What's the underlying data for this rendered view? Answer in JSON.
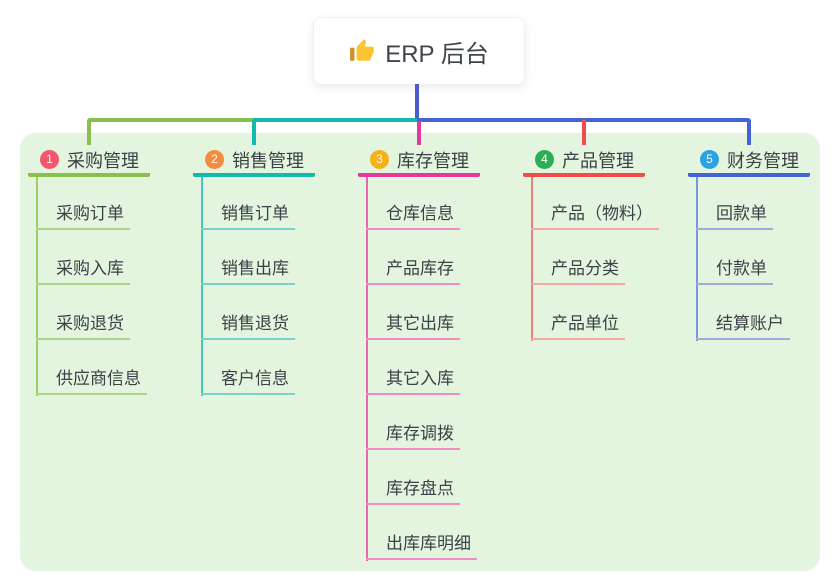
{
  "root": {
    "label": "ERP 后台",
    "icon": "thumbs-up-icon"
  },
  "colors": {
    "canvas_bg": "#e3f4df",
    "card_bg": "#ffffff",
    "stem": "#4c5bd0",
    "text": "#3c4146"
  },
  "branches": [
    {
      "num": "1",
      "label": "采购管理",
      "badge_color": "#f5566e",
      "line_color": "#89c04b",
      "connector_color": "#9ccf68",
      "child_line_color": "#aed584",
      "children": [
        "采购订单",
        "采购入库",
        "采购退货",
        "供应商信息"
      ]
    },
    {
      "num": "2",
      "label": "销售管理",
      "badge_color": "#f68b3e",
      "line_color": "#13b9ab",
      "connector_color": "#43c6ba",
      "child_line_color": "#79d2c8",
      "children": [
        "销售订单",
        "销售出库",
        "销售退货",
        "客户信息"
      ]
    },
    {
      "num": "3",
      "label": "库存管理",
      "badge_color": "#f8b017",
      "line_color": "#e13a9b",
      "connector_color": "#ea67af",
      "child_line_color": "#f18cc4",
      "children": [
        "仓库信息",
        "产品库存",
        "其它出库",
        "其它入库",
        "库存调拨",
        "库存盘点",
        "出库库明细"
      ]
    },
    {
      "num": "4",
      "label": "产品管理",
      "badge_color": "#2dad55",
      "line_color": "#f14c4c",
      "connector_color": "#f47e7c",
      "child_line_color": "#f7a5a3",
      "children": [
        "产品（物料）",
        "产品分类",
        "产品单位"
      ]
    },
    {
      "num": "5",
      "label": "财务管理",
      "badge_color": "#2ba3e1",
      "line_color": "#4464d6",
      "connector_color": "#7f93d6",
      "child_line_color": "#9dadde",
      "children": [
        "回款单",
        "付款单",
        "结算账户"
      ]
    }
  ]
}
